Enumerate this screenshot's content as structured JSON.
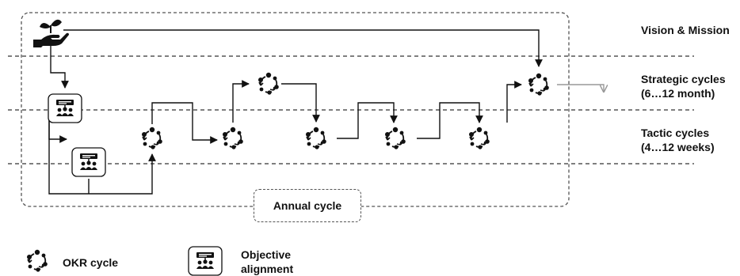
{
  "labels": {
    "vision_mission": "Vision & Mission",
    "strategic_title": "Strategic cycles",
    "strategic_sub": "(6…12 month)",
    "tactic_title": "Tactic cycles",
    "tactic_sub": "(4…12 weeks)",
    "annual_cycle": "Annual cycle"
  },
  "legend": {
    "okr_cycle": "OKR cycle",
    "objective_alignment_1": "Objective",
    "objective_alignment_2": "alignment"
  },
  "icons": {
    "vision": "plant-hand-icon",
    "cycle": "okr-cycle-icon",
    "alignment": "objective-alignment-icon"
  },
  "colors": {
    "line": "#111111",
    "dashed": "#333333",
    "faded_arrow": "#999999"
  }
}
